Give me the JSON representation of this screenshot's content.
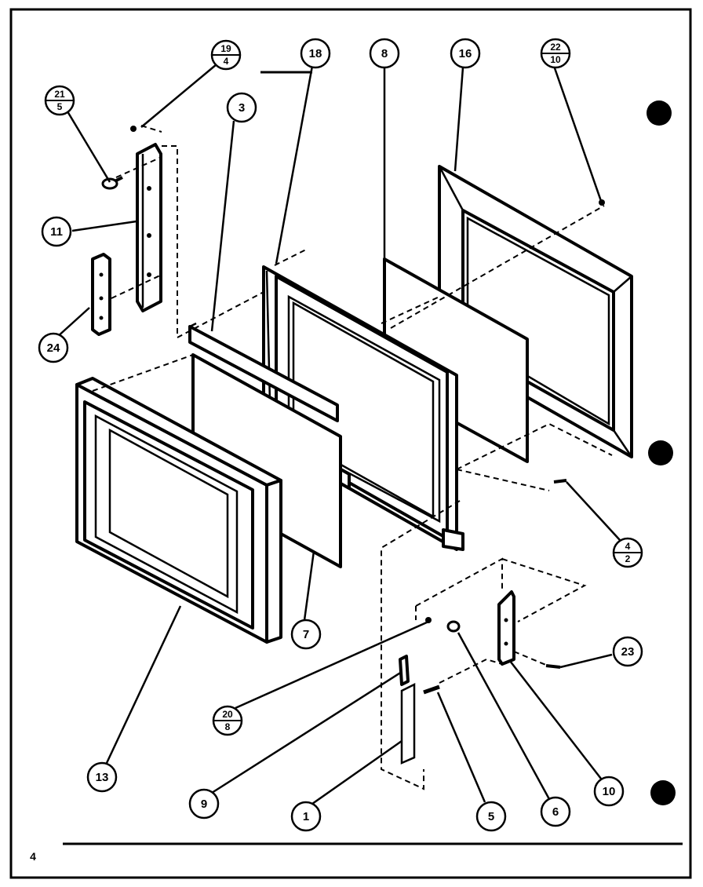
{
  "page_number": "4",
  "callouts": [
    {
      "id": "c-21-5",
      "top": "21",
      "bottom": "5"
    },
    {
      "id": "c-19-4",
      "top": "19",
      "bottom": "4"
    },
    {
      "id": "c-18",
      "label": "18"
    },
    {
      "id": "c-8",
      "label": "8"
    },
    {
      "id": "c-16",
      "label": "16"
    },
    {
      "id": "c-22-10",
      "top": "22",
      "bottom": "10"
    },
    {
      "id": "c-3",
      "label": "3"
    },
    {
      "id": "c-11",
      "label": "11"
    },
    {
      "id": "c-24",
      "label": "24"
    },
    {
      "id": "c-4-2",
      "top": "4",
      "bottom": "2"
    },
    {
      "id": "c-7",
      "label": "7"
    },
    {
      "id": "c-23",
      "label": "23"
    },
    {
      "id": "c-20-8",
      "top": "20",
      "bottom": "8"
    },
    {
      "id": "c-13",
      "label": "13"
    },
    {
      "id": "c-9",
      "label": "9"
    },
    {
      "id": "c-1",
      "label": "1"
    },
    {
      "id": "c-5",
      "label": "5"
    },
    {
      "id": "c-6",
      "label": "6"
    },
    {
      "id": "c-10",
      "label": "10"
    }
  ]
}
